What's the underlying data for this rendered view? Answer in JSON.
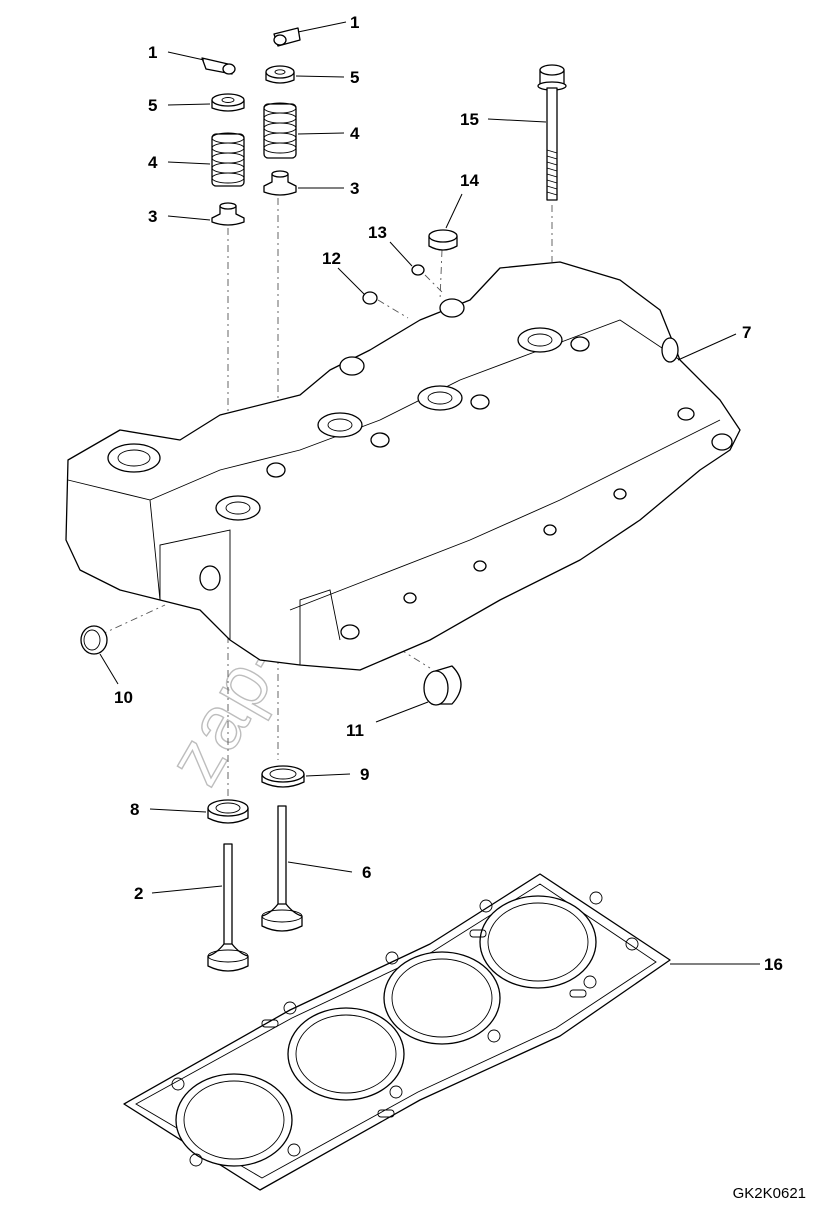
{
  "drawing_ref": "GK2K0621",
  "watermark": "zap-kam.ru",
  "callouts": [
    {
      "id": "c1a",
      "label": "1"
    },
    {
      "id": "c1b",
      "label": "1"
    },
    {
      "id": "c5a",
      "label": "5"
    },
    {
      "id": "c5b",
      "label": "5"
    },
    {
      "id": "c4a",
      "label": "4"
    },
    {
      "id": "c4b",
      "label": "4"
    },
    {
      "id": "c3a",
      "label": "3"
    },
    {
      "id": "c3b",
      "label": "3"
    },
    {
      "id": "c15",
      "label": "15"
    },
    {
      "id": "c14",
      "label": "14"
    },
    {
      "id": "c13",
      "label": "13"
    },
    {
      "id": "c12",
      "label": "12"
    },
    {
      "id": "c7",
      "label": "7"
    },
    {
      "id": "c10",
      "label": "10"
    },
    {
      "id": "c11",
      "label": "11"
    },
    {
      "id": "c9",
      "label": "9"
    },
    {
      "id": "c8",
      "label": "8"
    },
    {
      "id": "c6",
      "label": "6"
    },
    {
      "id": "c2",
      "label": "2"
    },
    {
      "id": "c16",
      "label": "16"
    }
  ]
}
